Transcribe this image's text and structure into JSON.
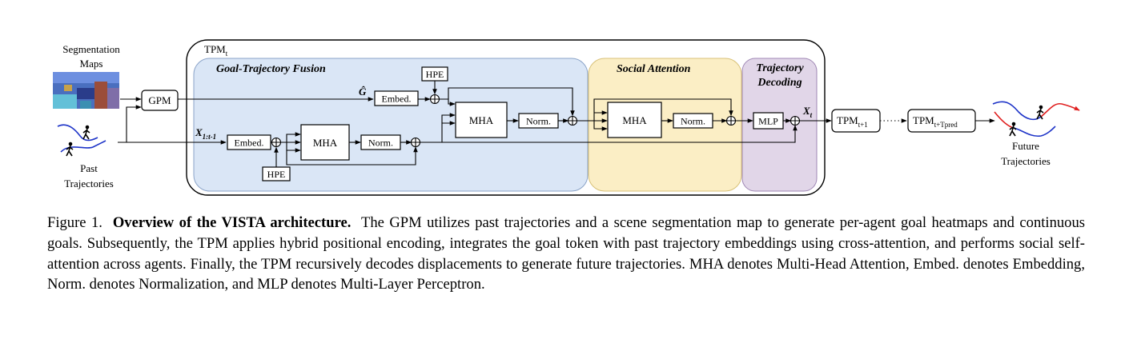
{
  "diagram": {
    "inputs": {
      "segmentation_maps": [
        "Segmentation",
        "Maps"
      ],
      "past_trajectories": [
        "Past",
        "Trajectories"
      ],
      "future_trajectories": [
        "Future",
        "Trajectories"
      ]
    },
    "gpm_label": "GPM",
    "tpm_label": "TPM",
    "tpm_sub": "t",
    "sections": {
      "goal_fusion": "Goal-Trajectory Fusion",
      "social_attention": "Social Attention",
      "decoding": [
        "Trajectory",
        "Decoding"
      ]
    },
    "symbols": {
      "goal_hat": "Ĝ",
      "x_past": "X",
      "x_past_sub": "1:t-1",
      "x_t": "X",
      "x_t_sub": "t"
    },
    "blocks": {
      "embed": "Embed.",
      "hpe": "HPE",
      "mha": "MHA",
      "norm": "Norm.",
      "mlp": "MLP"
    },
    "chain": {
      "next": "TPM",
      "next_sub": "t+1",
      "last": "TPM",
      "last_sub": "t+Tpred"
    },
    "colors": {
      "goal_fusion_bg": "#dae6f6",
      "social_bg": "#fbeec5",
      "decoding_bg": "#e1d6e8",
      "trajectory_blue": "#1f35c8",
      "trajectory_red": "#e02020"
    }
  },
  "caption": {
    "prefix": "Figure 1.",
    "title": "Overview of the VISTA architecture.",
    "body": "The GPM utilizes past trajectories and a scene segmentation map to generate per-agent goal heatmaps and continuous goals. Subsequently, the TPM applies hybrid positional encoding, integrates the goal token with past trajectory embeddings using cross-attention, and performs social self-attention across agents. Finally, the TPM recursively decodes displacements to generate future trajectories. MHA denotes Multi-Head Attention, Embed. denotes Embedding, Norm. denotes Normalization, and MLP denotes Multi-Layer Perceptron."
  }
}
